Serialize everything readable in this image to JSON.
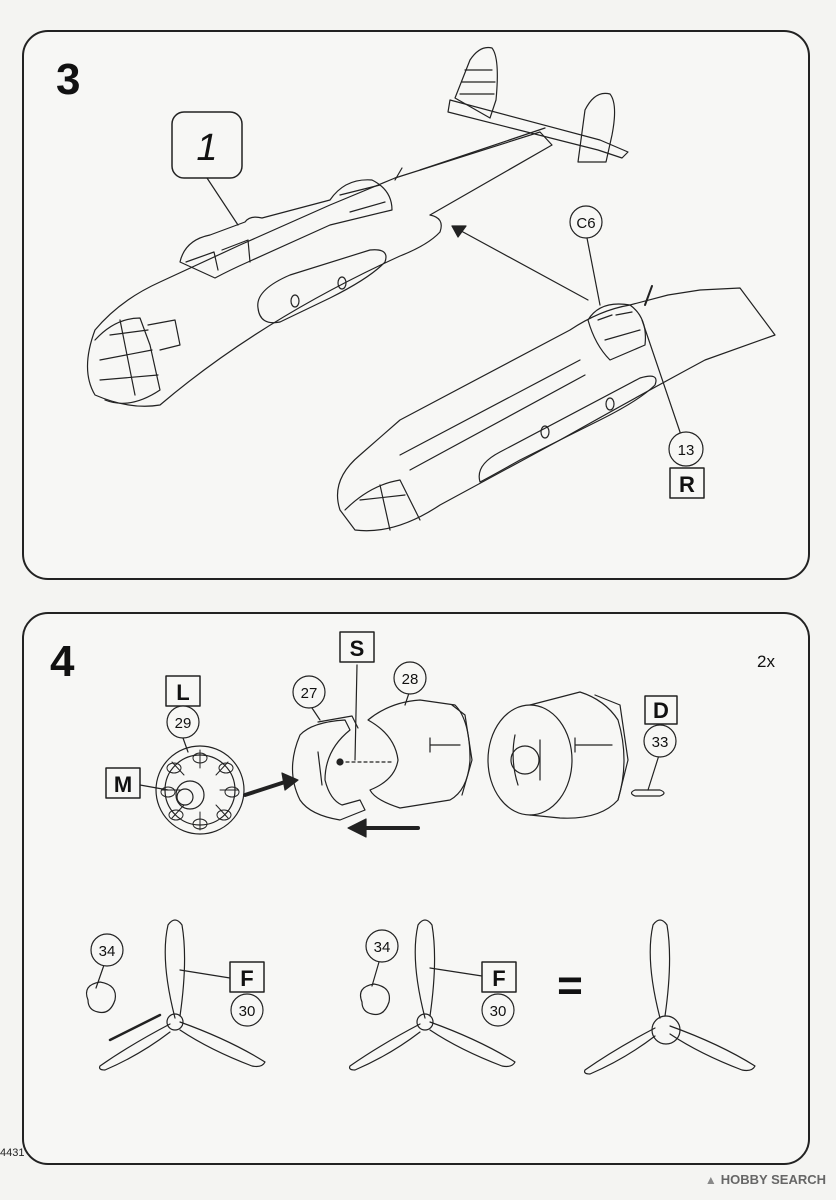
{
  "step3": {
    "number": "3",
    "labels": {
      "part_ref": "1",
      "c6": "C6",
      "part13": "13",
      "r": "R"
    }
  },
  "step4": {
    "number": "4",
    "quantity": "2x",
    "labels": {
      "s": "S",
      "p28": "28",
      "p27": "27",
      "l": "L",
      "p29": "29",
      "m": "M",
      "d": "D",
      "p33": "33",
      "p34a": "34",
      "fa": "F",
      "p30a": "30",
      "p34b": "34",
      "fb": "F",
      "p30b": "30",
      "equals": "="
    }
  },
  "footer": {
    "code": "4431",
    "watermark": "HOBBY SEARCH"
  }
}
